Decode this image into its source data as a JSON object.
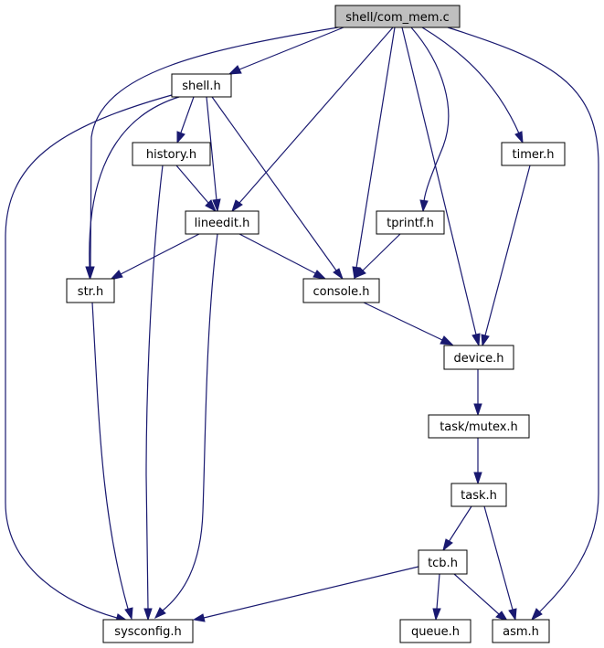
{
  "graph": {
    "root": "shell/com_mem.c",
    "nodes": {
      "root": "shell/com_mem.c",
      "shell_h": "shell.h",
      "history_h": "history.h",
      "lineedit_h": "lineedit.h",
      "str_h": "str.h",
      "console_h": "console.h",
      "tprintf_h": "tprintf.h",
      "timer_h": "timer.h",
      "device_h": "device.h",
      "task_mutex_h": "task/mutex.h",
      "task_h": "task.h",
      "tcb_h": "tcb.h",
      "sysconfig_h": "sysconfig.h",
      "queue_h": "queue.h",
      "asm_h": "asm.h"
    },
    "edges": [
      [
        "root",
        "shell_h"
      ],
      [
        "root",
        "str_h"
      ],
      [
        "root",
        "lineedit_h"
      ],
      [
        "root",
        "console_h"
      ],
      [
        "root",
        "tprintf_h"
      ],
      [
        "root",
        "device_h"
      ],
      [
        "root",
        "timer_h"
      ],
      [
        "root",
        "asm_h"
      ],
      [
        "shell_h",
        "history_h"
      ],
      [
        "shell_h",
        "lineedit_h"
      ],
      [
        "shell_h",
        "str_h"
      ],
      [
        "shell_h",
        "console_h"
      ],
      [
        "shell_h",
        "sysconfig_h"
      ],
      [
        "history_h",
        "lineedit_h"
      ],
      [
        "history_h",
        "sysconfig_h"
      ],
      [
        "lineedit_h",
        "str_h"
      ],
      [
        "lineedit_h",
        "console_h"
      ],
      [
        "lineedit_h",
        "sysconfig_h"
      ],
      [
        "str_h",
        "sysconfig_h"
      ],
      [
        "tprintf_h",
        "console_h"
      ],
      [
        "console_h",
        "device_h"
      ],
      [
        "timer_h",
        "device_h"
      ],
      [
        "device_h",
        "task_mutex_h"
      ],
      [
        "task_mutex_h",
        "task_h"
      ],
      [
        "task_h",
        "tcb_h"
      ],
      [
        "task_h",
        "asm_h"
      ],
      [
        "tcb_h",
        "sysconfig_h"
      ],
      [
        "tcb_h",
        "queue_h"
      ],
      [
        "tcb_h",
        "asm_h"
      ]
    ]
  },
  "colors": {
    "edge": "#191970",
    "root_fill": "#bfbfbf",
    "node_fill": "#ffffff",
    "border": "#000000"
  }
}
